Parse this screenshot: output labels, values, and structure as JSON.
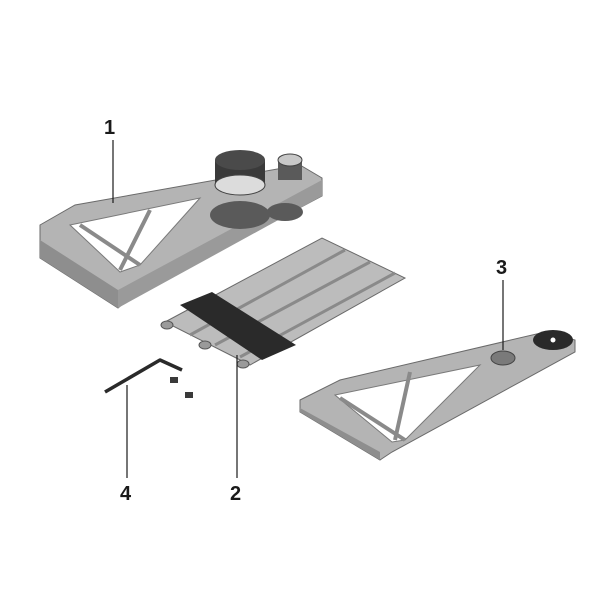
{
  "diagram": {
    "parts": [
      {
        "number": "1"
      },
      {
        "number": "2"
      },
      {
        "number": "3"
      },
      {
        "number": "4"
      }
    ],
    "colors": {
      "part_gray": "#a8a8a8",
      "part_light": "#c8c8c8",
      "part_dark": "#5a5a5a",
      "clamp_black": "#2a2a2a",
      "leader_line": "#1a1a1a"
    }
  }
}
